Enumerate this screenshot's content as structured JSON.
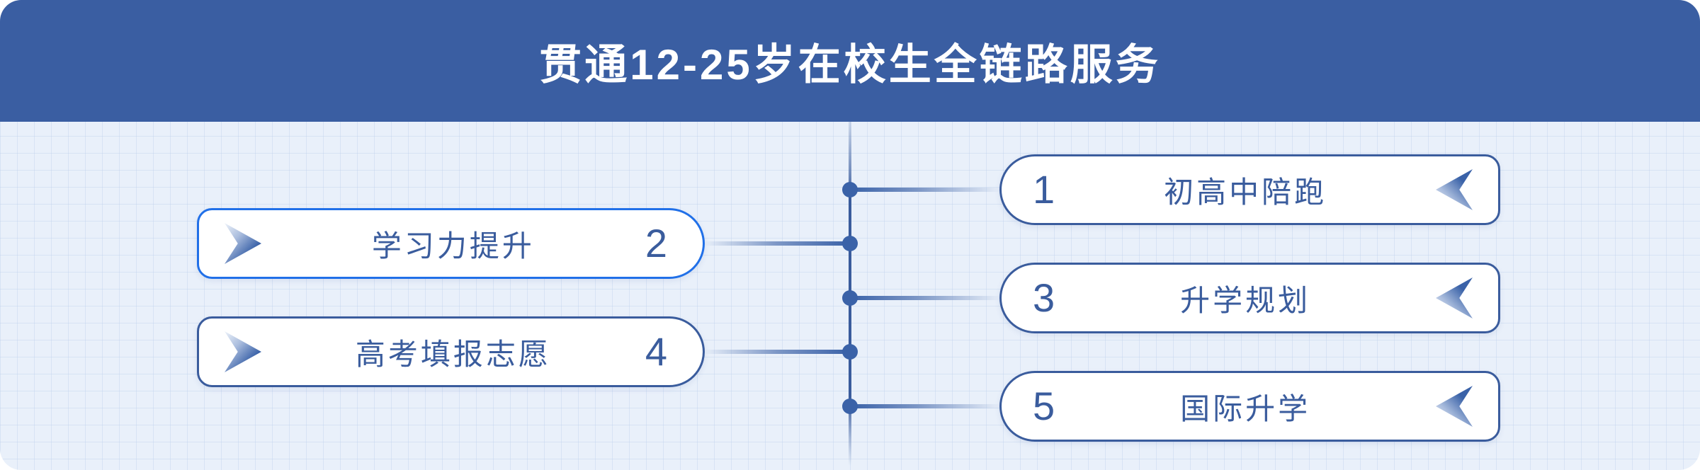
{
  "header": {
    "title": "贯通12-25岁在校生全链路服务"
  },
  "left_items": [
    {
      "number": "2",
      "label": "学习力提升"
    },
    {
      "number": "4",
      "label": "高考填报志愿"
    }
  ],
  "right_items": [
    {
      "number": "1",
      "label": "初高中陪跑"
    },
    {
      "number": "3",
      "label": "升学规划"
    },
    {
      "number": "5",
      "label": "国际升学"
    }
  ],
  "icons": {
    "left_pill_arrow": "chevron-right",
    "right_pill_arrow": "chevron-left"
  },
  "colors": {
    "header_bg": "#3A5EA2",
    "canvas_bg": "#E9F0FA",
    "navy": "#3A5C9D",
    "active_border": "#2170E8",
    "dot": "#3A62A8"
  }
}
